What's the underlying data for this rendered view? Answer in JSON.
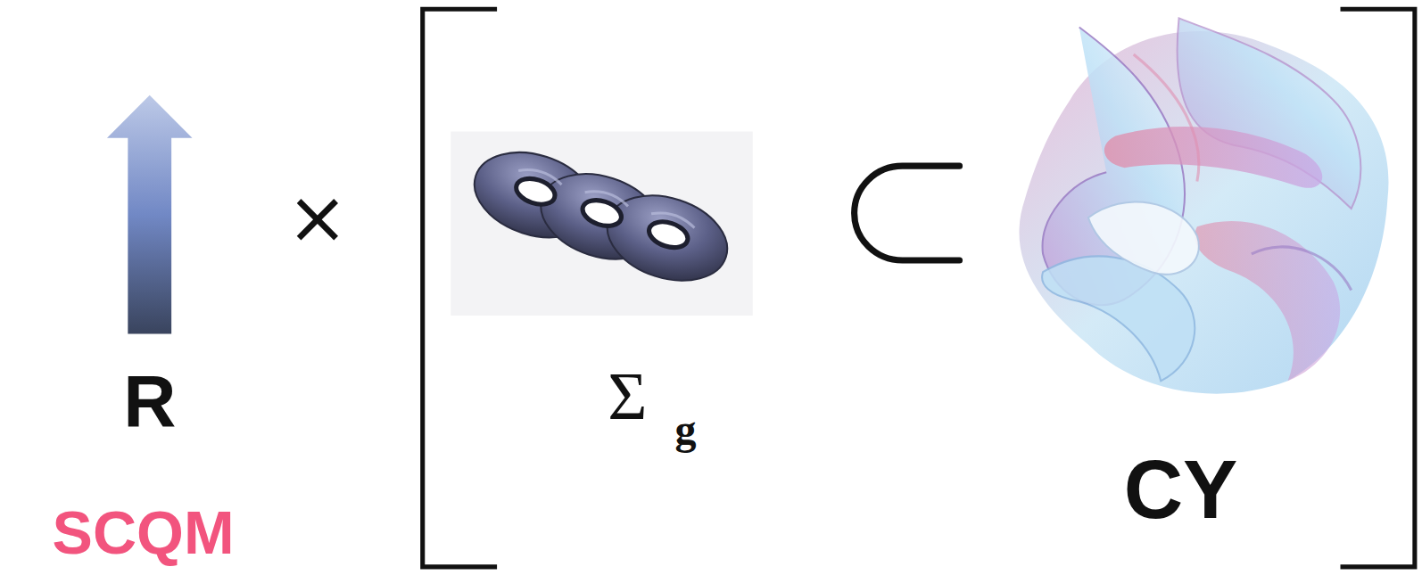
{
  "diagram": {
    "labels": [
      "R",
      "×",
      "Σ",
      "g",
      "CY",
      "SCQM"
    ]
  }
}
